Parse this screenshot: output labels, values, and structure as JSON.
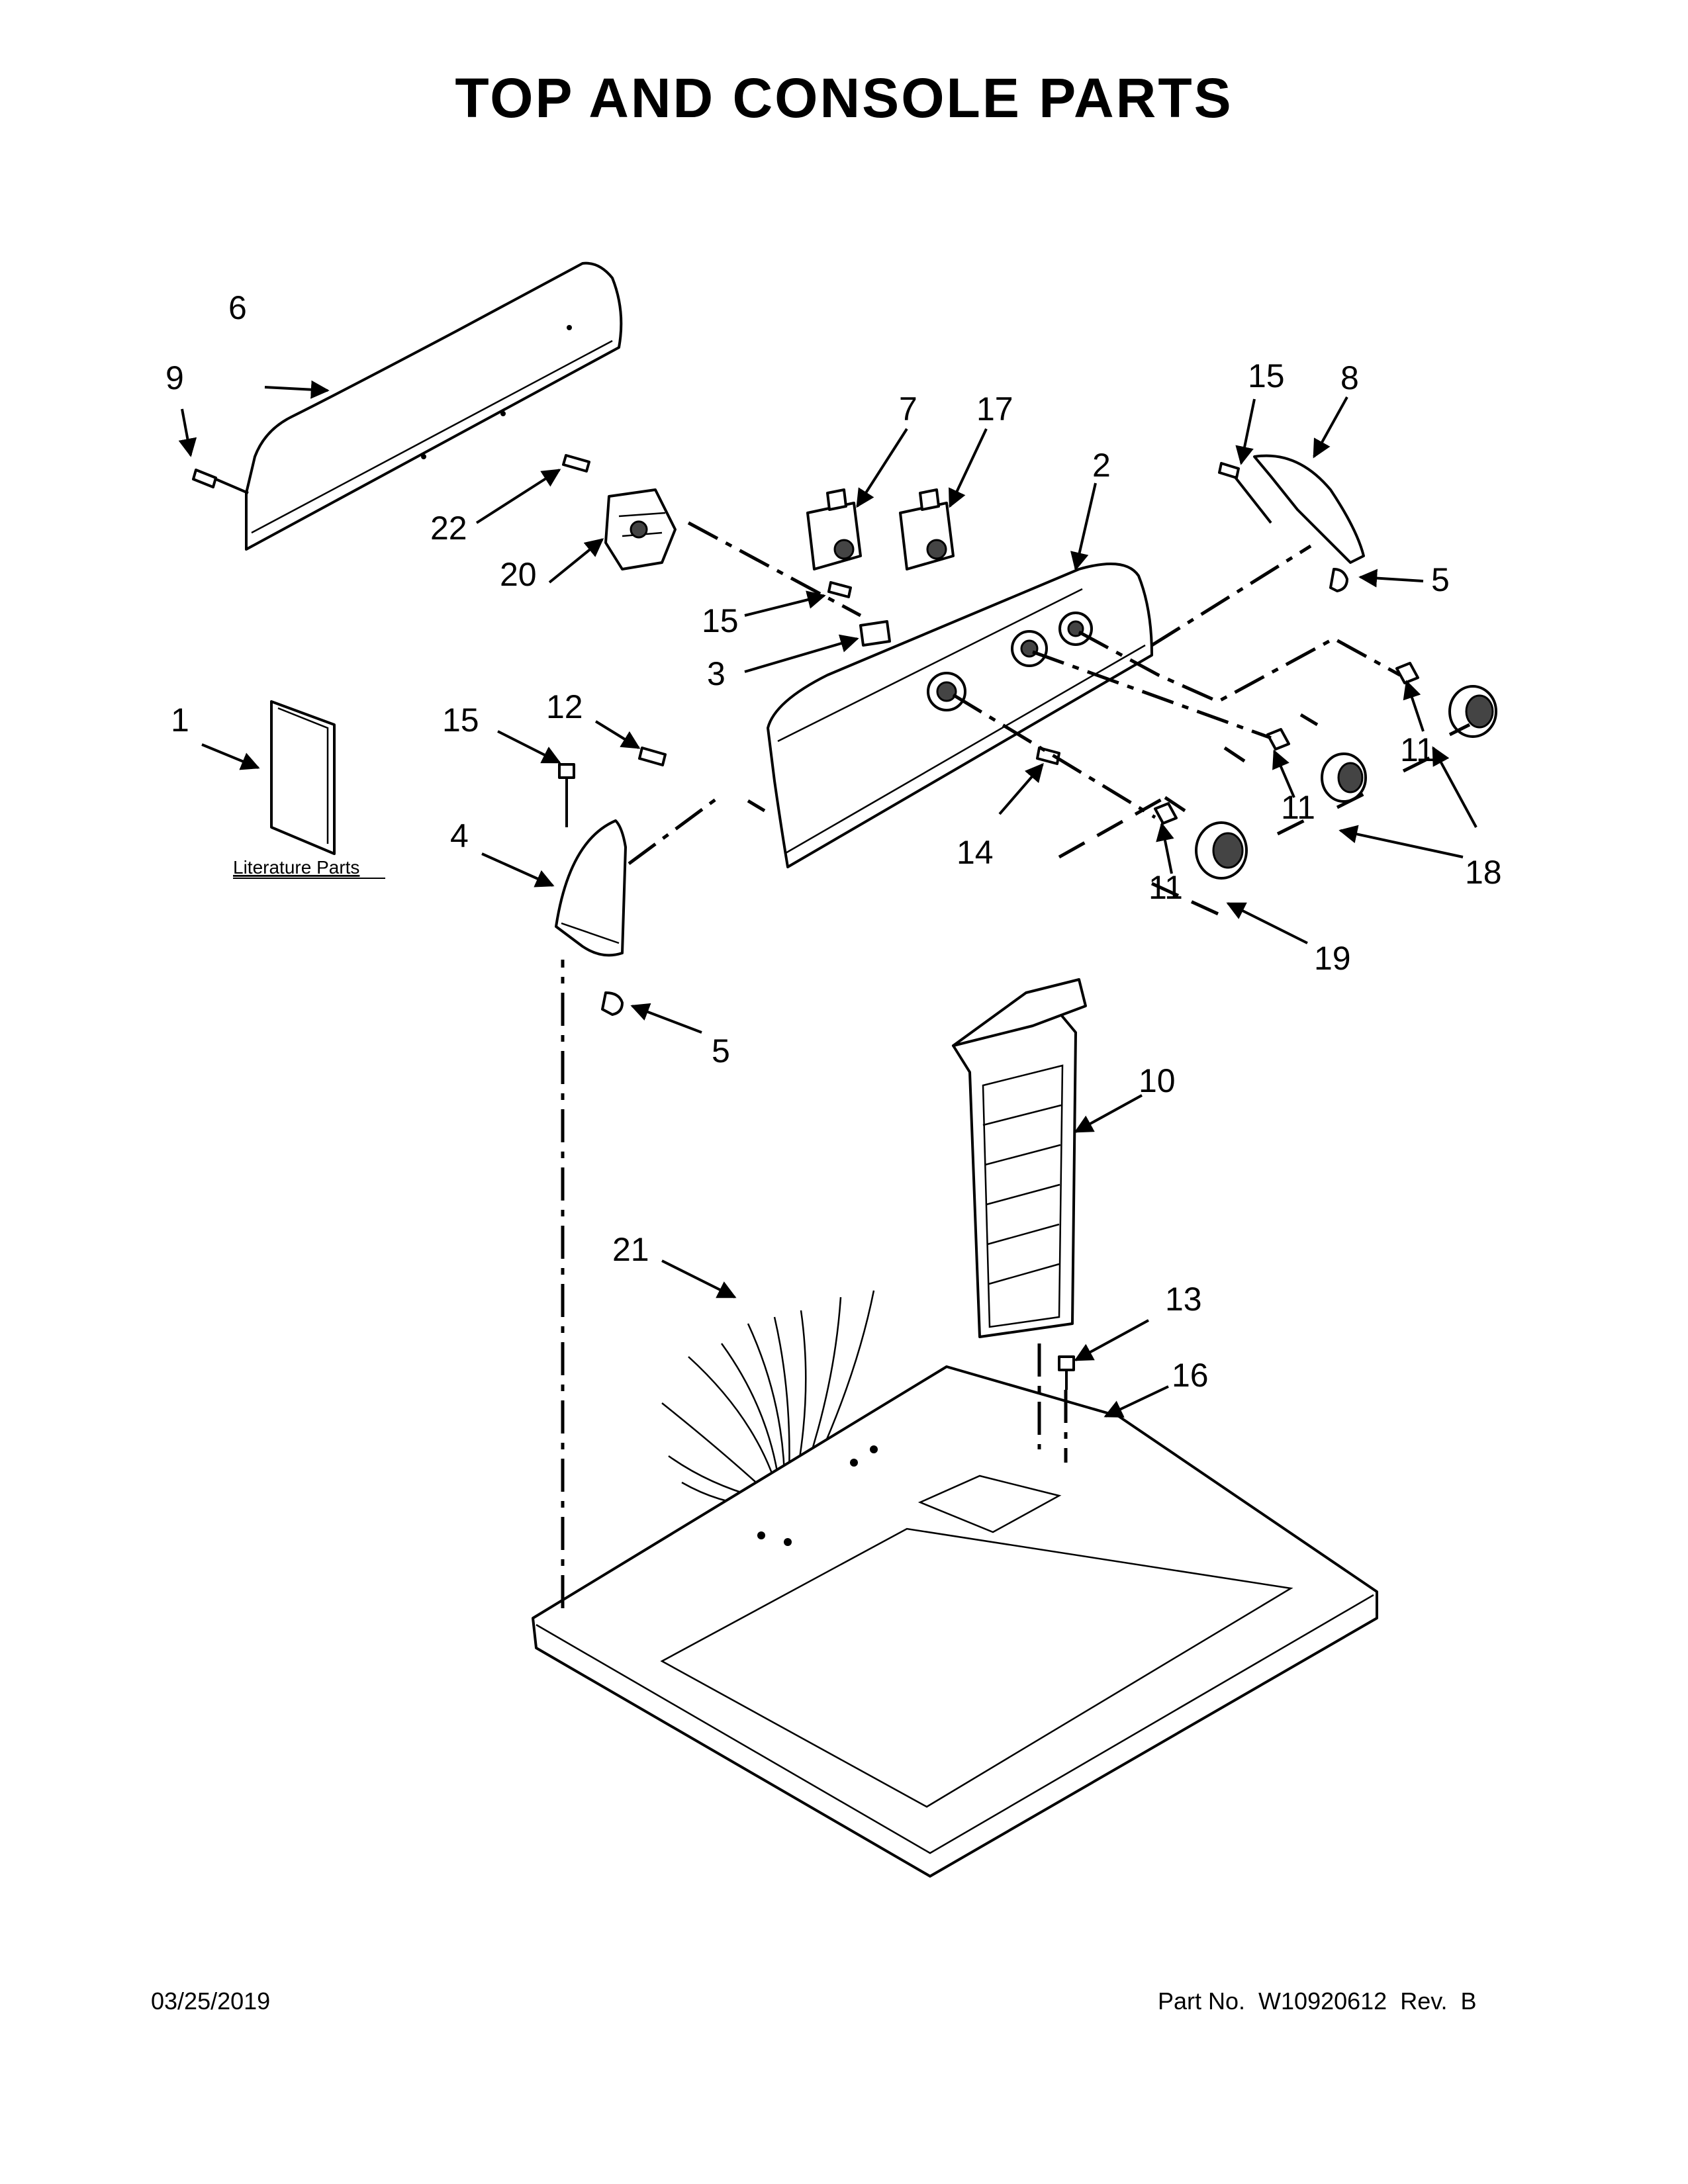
{
  "title": "TOP AND CONSOLE PARTS",
  "literature_link": "Literature Parts",
  "footer": {
    "date": "03/25/2019",
    "part_number": "Part No.  W10920612  Rev.  B"
  },
  "callouts": {
    "c1": "1",
    "c2": "2",
    "c3": "3",
    "c4": "4",
    "c5a": "5",
    "c5b": "5",
    "c6": "6",
    "c7": "7",
    "c8": "8",
    "c9": "9",
    "c10": "10",
    "c11a": "11",
    "c11b": "11",
    "c11c": "11",
    "c12": "12",
    "c13": "13",
    "c14": "14",
    "c15a": "15",
    "c15b": "15",
    "c15c": "15",
    "c16": "16",
    "c17": "17",
    "c18": "18",
    "c19": "19",
    "c20": "20",
    "c21": "21",
    "c22": "22"
  }
}
